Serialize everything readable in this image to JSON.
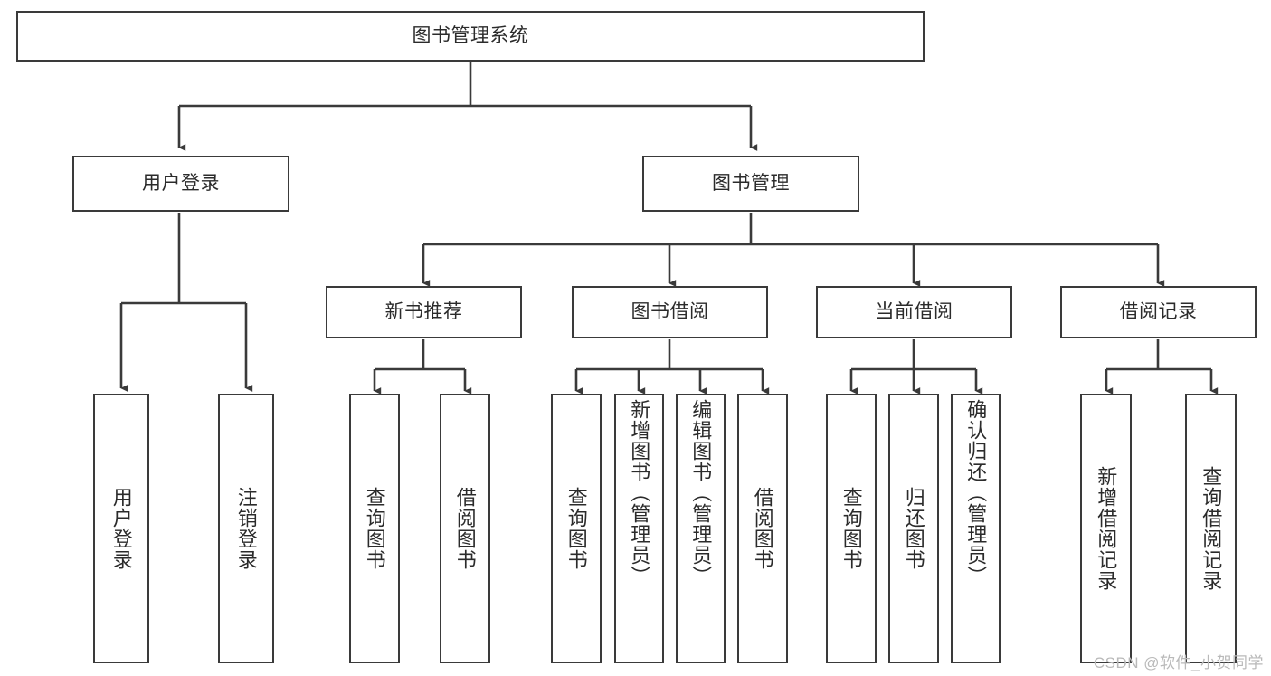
{
  "diagram": {
    "title": "图书管理系统",
    "type": "tree-hierarchy",
    "watermark": "CSDN @软件_小贺同学",
    "root": {
      "id": "root",
      "label": "图书管理系统"
    },
    "level2": [
      {
        "id": "user-login",
        "label": "用户登录"
      },
      {
        "id": "book-manage",
        "label": "图书管理"
      }
    ],
    "level3": [
      {
        "id": "new-book-recommend",
        "label": "新书推荐",
        "parent": "book-manage"
      },
      {
        "id": "book-borrow",
        "label": "图书借阅",
        "parent": "book-manage"
      },
      {
        "id": "current-borrow",
        "label": "当前借阅",
        "parent": "book-manage"
      },
      {
        "id": "borrow-record",
        "label": "借阅记录",
        "parent": "book-manage"
      }
    ],
    "leaves": [
      {
        "id": "leaf-user-login",
        "label": "用户登录",
        "parent": "user-login"
      },
      {
        "id": "leaf-logout-login",
        "label": "注销登录",
        "parent": "user-login"
      },
      {
        "id": "leaf-query-book-rec",
        "label": "查询图书",
        "parent": "new-book-recommend"
      },
      {
        "id": "leaf-borrow-book-rec",
        "label": "借阅图书",
        "parent": "new-book-recommend"
      },
      {
        "id": "leaf-query-book-borrow",
        "label": "查询图书",
        "parent": "book-borrow"
      },
      {
        "id": "leaf-add-book-admin",
        "label": "新增图书（管理员）",
        "parent": "book-borrow"
      },
      {
        "id": "leaf-edit-book-admin",
        "label": "编辑图书（管理员）",
        "parent": "book-borrow"
      },
      {
        "id": "leaf-borrow-book",
        "label": "借阅图书",
        "parent": "book-borrow"
      },
      {
        "id": "leaf-query-book-cur",
        "label": "查询图书",
        "parent": "current-borrow"
      },
      {
        "id": "leaf-return-book",
        "label": "归还图书",
        "parent": "current-borrow"
      },
      {
        "id": "leaf-confirm-return-admin",
        "label": "确认归还（管理员）",
        "parent": "current-borrow"
      },
      {
        "id": "leaf-add-borrow-record",
        "label": "新增借阅记录",
        "parent": "borrow-record"
      },
      {
        "id": "leaf-query-borrow-record",
        "label": "查询借阅记录",
        "parent": "borrow-record"
      }
    ],
    "colors": {
      "stroke": "#3a3a3a",
      "text": "#2b2b2b",
      "background": "#ffffff",
      "watermark": "#b9b9b9"
    }
  }
}
